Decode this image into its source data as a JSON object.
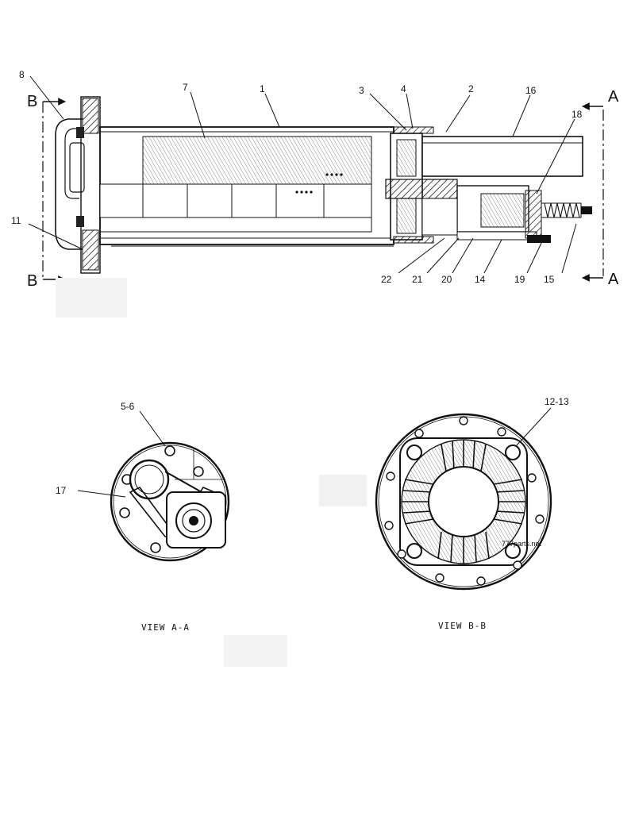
{
  "callouts": {
    "c1": "1",
    "c2": "2",
    "c3": "3",
    "c4": "4",
    "c7": "7",
    "c8": "8",
    "c11": "11",
    "c14": "14",
    "c15": "15",
    "c16": "16",
    "c18": "18",
    "c19": "19",
    "c20": "20",
    "c21": "21",
    "c22": "22",
    "c5_6": "5-6",
    "c12_13": "12-13",
    "c17": "17"
  },
  "section_marks": {
    "a_top": "A",
    "a_bottom": "A",
    "b_top": "B",
    "b_bottom": "B"
  },
  "view_titles": {
    "view_a": "VIEW A-A",
    "view_b": "VIEW B-B"
  },
  "watermark": "777parts.net"
}
